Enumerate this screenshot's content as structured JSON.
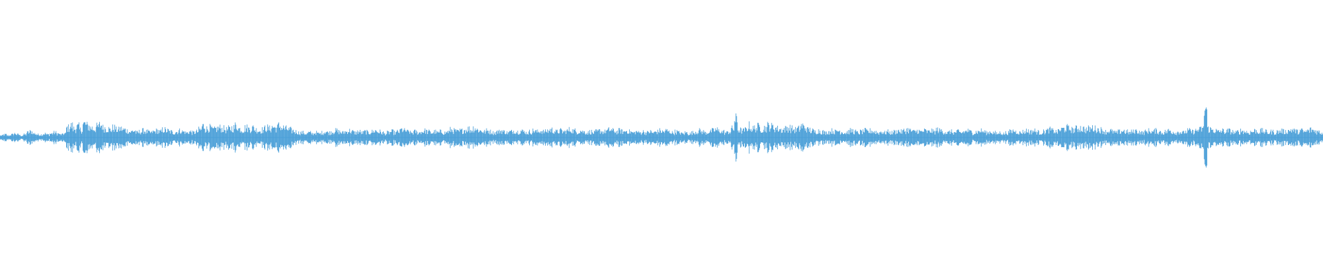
{
  "colors": {
    "background": "#ffffff",
    "waveform": "#4a9fd8"
  },
  "chart_data": {
    "type": "area",
    "title": "",
    "xlabel": "",
    "ylabel": "",
    "axes_visible": false,
    "grid": false,
    "legend": "none",
    "x_range": [
      0,
      1
    ],
    "y_range": [
      -1,
      1
    ],
    "baseline": 0,
    "amplitude_samples": [
      0.02,
      0.03,
      0.02,
      0.03,
      0.04,
      0.03,
      0.02,
      0.03,
      0.05,
      0.06,
      0.04,
      0.03,
      0.03,
      0.04,
      0.03,
      0.04,
      0.05,
      0.04,
      0.03,
      0.04,
      0.1,
      0.12,
      0.09,
      0.11,
      0.08,
      0.14,
      0.12,
      0.1,
      0.09,
      0.11,
      0.13,
      0.1,
      0.09,
      0.08,
      0.1,
      0.08,
      0.09,
      0.08,
      0.07,
      0.06,
      0.07,
      0.05,
      0.06,
      0.07,
      0.06,
      0.05,
      0.06,
      0.07,
      0.06,
      0.08,
      0.07,
      0.06,
      0.05,
      0.06,
      0.07,
      0.06,
      0.05,
      0.06,
      0.05,
      0.06,
      0.08,
      0.12,
      0.09,
      0.1,
      0.08,
      0.09,
      0.1,
      0.09,
      0.08,
      0.09,
      0.1,
      0.12,
      0.09,
      0.08,
      0.1,
      0.09,
      0.1,
      0.08,
      0.07,
      0.08,
      0.1,
      0.09,
      0.11,
      0.1,
      0.12,
      0.1,
      0.09,
      0.08,
      0.07,
      0.06,
      0.05,
      0.05,
      0.04,
      0.05,
      0.04,
      0.05,
      0.04,
      0.05,
      0.06,
      0.05,
      0.06,
      0.07,
      0.06,
      0.05,
      0.06,
      0.07,
      0.06,
      0.05,
      0.06,
      0.05,
      0.06,
      0.05,
      0.06,
      0.07,
      0.06,
      0.05,
      0.04,
      0.05,
      0.06,
      0.05,
      0.06,
      0.08,
      0.07,
      0.06,
      0.05,
      0.06,
      0.05,
      0.06,
      0.07,
      0.06,
      0.05,
      0.06,
      0.05,
      0.06,
      0.05,
      0.06,
      0.08,
      0.07,
      0.06,
      0.07,
      0.08,
      0.09,
      0.08,
      0.1,
      0.08,
      0.07,
      0.06,
      0.07,
      0.06,
      0.05,
      0.06,
      0.07,
      0.06,
      0.05,
      0.06,
      0.07,
      0.06,
      0.07,
      0.06,
      0.05,
      0.06,
      0.07,
      0.06,
      0.07,
      0.06,
      0.07,
      0.08,
      0.07,
      0.06,
      0.07,
      0.06,
      0.07,
      0.08,
      0.07,
      0.06,
      0.07,
      0.06,
      0.05,
      0.06,
      0.05,
      0.06,
      0.07,
      0.06,
      0.07,
      0.08,
      0.07,
      0.06,
      0.07,
      0.06,
      0.07,
      0.06,
      0.05,
      0.06,
      0.05,
      0.06,
      0.05,
      0.06,
      0.05,
      0.06,
      0.07,
      0.06,
      0.07,
      0.06,
      0.05,
      0.06,
      0.05,
      0.04,
      0.05,
      0.04,
      0.05,
      0.06,
      0.07,
      0.06,
      0.05,
      0.06,
      0.07,
      0.08,
      0.07,
      0.06,
      0.05,
      0.06,
      0.09,
      0.18,
      0.08,
      0.07,
      0.08,
      0.12,
      0.09,
      0.1,
      0.11,
      0.09,
      0.1,
      0.12,
      0.11,
      0.1,
      0.09,
      0.08,
      0.09,
      0.1,
      0.09,
      0.08,
      0.09,
      0.12,
      0.1,
      0.08,
      0.07,
      0.06,
      0.07,
      0.06,
      0.05,
      0.06,
      0.07,
      0.06,
      0.07,
      0.06,
      0.05,
      0.06,
      0.07,
      0.06,
      0.05,
      0.06,
      0.07,
      0.06,
      0.07,
      0.06,
      0.05,
      0.06,
      0.05,
      0.06,
      0.05,
      0.06,
      0.07,
      0.06,
      0.07,
      0.08,
      0.07,
      0.06,
      0.07,
      0.06,
      0.07,
      0.06,
      0.07,
      0.06,
      0.08,
      0.07,
      0.06,
      0.05,
      0.06,
      0.05,
      0.06,
      0.05,
      0.06,
      0.07,
      0.06,
      0.05,
      0.06,
      0.07,
      0.06,
      0.05,
      0.06,
      0.05,
      0.04,
      0.05,
      0.04,
      0.05,
      0.06,
      0.07,
      0.06,
      0.05,
      0.06,
      0.07,
      0.06,
      0.07,
      0.06,
      0.05,
      0.06,
      0.07,
      0.08,
      0.07,
      0.06,
      0.08,
      0.09,
      0.1,
      0.09,
      0.08,
      0.09,
      0.1,
      0.09,
      0.08,
      0.09,
      0.1,
      0.09,
      0.08,
      0.07,
      0.06,
      0.07,
      0.06,
      0.05,
      0.06,
      0.07,
      0.06,
      0.05,
      0.06,
      0.07,
      0.06,
      0.05,
      0.06,
      0.07,
      0.06,
      0.07,
      0.06,
      0.05,
      0.06,
      0.07,
      0.06,
      0.05,
      0.06,
      0.05,
      0.06,
      0.07,
      0.06,
      0.07,
      0.08,
      0.09,
      0.3,
      0.09,
      0.08,
      0.07,
      0.06,
      0.07,
      0.06,
      0.07,
      0.06,
      0.05,
      0.06,
      0.07,
      0.06,
      0.05,
      0.06,
      0.07,
      0.06,
      0.07,
      0.06,
      0.05,
      0.06,
      0.05,
      0.06,
      0.07,
      0.06,
      0.07,
      0.08,
      0.07,
      0.06,
      0.07,
      0.06,
      0.07,
      0.08,
      0.07,
      0.06,
      0.05
    ]
  }
}
